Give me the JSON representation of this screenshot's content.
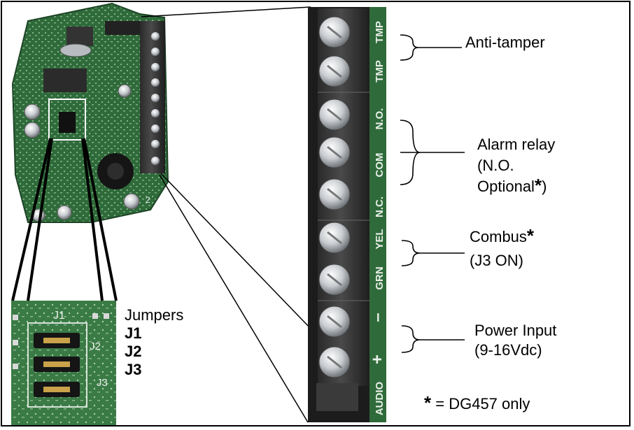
{
  "terminal_labels": [
    "TMP",
    "TMP",
    "N.O.",
    "COM",
    "N.C.",
    "YEL",
    "GRN",
    "–",
    "+",
    "AUDIO"
  ],
  "board_markings": {
    "jumper_j1": "J1",
    "jumper_j2": "J2",
    "jumper_j3": "J3",
    "board_pin": "2"
  },
  "callouts": {
    "anti_tamper": "Anti-tamper",
    "alarm_relay": [
      "Alarm relay",
      "(N.O.",
      "Optional"
    ],
    "alarm_relay_close": ")",
    "combus": "Combus",
    "combus_sub": "(J3 ON)",
    "power": "Power Input",
    "power_sub": "(9-16Vdc)",
    "asterisk": "*"
  },
  "jumpers": {
    "title": "Jumpers",
    "items": [
      "J1",
      "J2",
      "J3"
    ]
  },
  "footnote": {
    "symbol": "*",
    "text": "= DG457 only"
  },
  "colors": {
    "pcb_green": "#2f6b3a",
    "terminal_black": "#1a1a1a",
    "screw_silver": "#c9ccd0",
    "marking_white": "#e9efe9"
  }
}
